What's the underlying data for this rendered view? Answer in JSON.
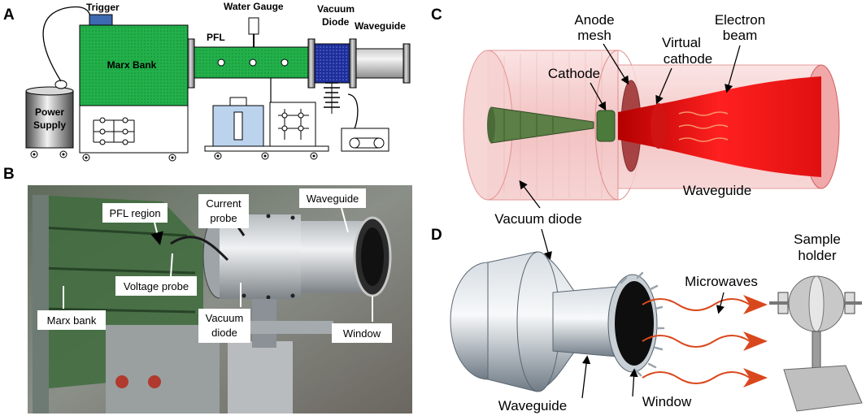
{
  "panels": {
    "a": {
      "letter": "A",
      "labels": {
        "trigger": "Trigger",
        "marx_bank": "Marx Bank",
        "power_supply_1": "Power",
        "power_supply_2": "Supply",
        "pfl": "PFL",
        "water_gauge": "Water Gauge",
        "vacuum": "Vacuum",
        "diode": "Diode",
        "waveguide": "Waveguide"
      },
      "colors": {
        "marx": "#22b04a",
        "trigger": "#3d6ab0",
        "diode": "#1f2f9a",
        "tank": "#bcd3ee"
      }
    },
    "b": {
      "letter": "B",
      "labels": {
        "pfl_region": "PFL region",
        "current_probe_1": "Current",
        "current_probe_2": "probe",
        "waveguide": "Waveguide",
        "voltage_probe": "Voltage probe",
        "marx_bank": "Marx bank",
        "vacuum_diode_1": "Vacuum",
        "vacuum_diode_2": "diode",
        "window": "Window"
      }
    },
    "c": {
      "letter": "C",
      "labels": {
        "anode_mesh_1": "Anode",
        "anode_mesh_2": "mesh",
        "electron_beam_1": "Electron",
        "electron_beam_2": "beam",
        "virtual_cathode_1": "Virtual",
        "virtual_cathode_2": "cathode",
        "cathode": "Cathode",
        "waveguide": "Waveguide",
        "vacuum_diode": "Vacuum diode"
      },
      "colors": {
        "beam": "#e81c1c",
        "cathode": "#5b7f45",
        "chamber": "#f3c1c1"
      }
    },
    "d": {
      "letter": "D",
      "labels": {
        "sample_holder_1": "Sample",
        "sample_holder_2": "holder",
        "microwaves": "Microwaves",
        "waveguide": "Waveguide",
        "window": "Window"
      },
      "colors": {
        "wave": "#d9481c"
      }
    }
  }
}
